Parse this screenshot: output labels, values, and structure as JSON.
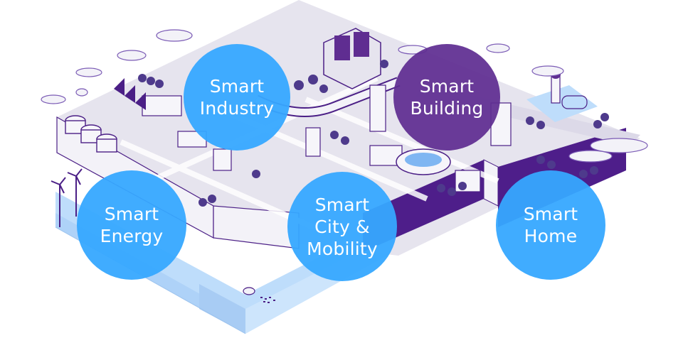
{
  "diagram": {
    "type": "isometric-smart-city-illustration",
    "colors": {
      "blue_circle": "#36A8FF",
      "purple_circle": "#5F2D91",
      "outline_purple": "#4B1F86",
      "ground_gray": "#E6E4EE",
      "water": "#BEDDFB",
      "water_edge": "#A6CDF6",
      "side_purple": "#4E1E8A",
      "side_light": "#F3F2F8"
    },
    "nodes": [
      {
        "id": "industry",
        "lines": [
          "Smart",
          "Industry"
        ],
        "color": "blue"
      },
      {
        "id": "building",
        "lines": [
          "Smart",
          "Building"
        ],
        "color": "purple"
      },
      {
        "id": "energy",
        "lines": [
          "Smart",
          "Energy"
        ],
        "color": "blue"
      },
      {
        "id": "city",
        "lines": [
          "Smart",
          "City &",
          "Mobility"
        ],
        "color": "blue"
      },
      {
        "id": "home",
        "lines": [
          "Smart",
          "Home"
        ],
        "color": "blue"
      }
    ]
  }
}
